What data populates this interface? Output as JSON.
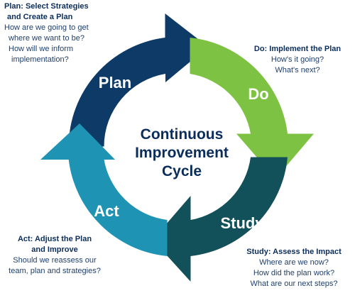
{
  "diagram": {
    "center_title": [
      "Continuous",
      "Improvement",
      "Cycle"
    ],
    "segments": [
      {
        "label": "Plan",
        "color": "#0d3a66"
      },
      {
        "label": "Do",
        "color": "#7dc242"
      },
      {
        "label": "Study",
        "color": "#12505a"
      },
      {
        "label": "Act",
        "color": "#1e93b3"
      }
    ]
  },
  "callouts": {
    "plan": {
      "heading": [
        "Plan: Select Strategies",
        "and Create a Plan"
      ],
      "lines": [
        "How are we going to get",
        "where we want to be?",
        "How will we inform",
        "implementation?"
      ]
    },
    "do": {
      "heading": [
        "Do: Implement the Plan"
      ],
      "lines": [
        "How's it going?",
        "What's next?"
      ]
    },
    "act": {
      "heading": [
        "Act: Adjust the Plan",
        "and Improve"
      ],
      "lines": [
        "Should we reassess our",
        "team, plan and strategies?"
      ]
    },
    "study": {
      "heading": [
        "Study: Assess the Impact"
      ],
      "lines": [
        "Where are we now?",
        "How did the plan work?",
        "What are our next steps?"
      ]
    }
  }
}
